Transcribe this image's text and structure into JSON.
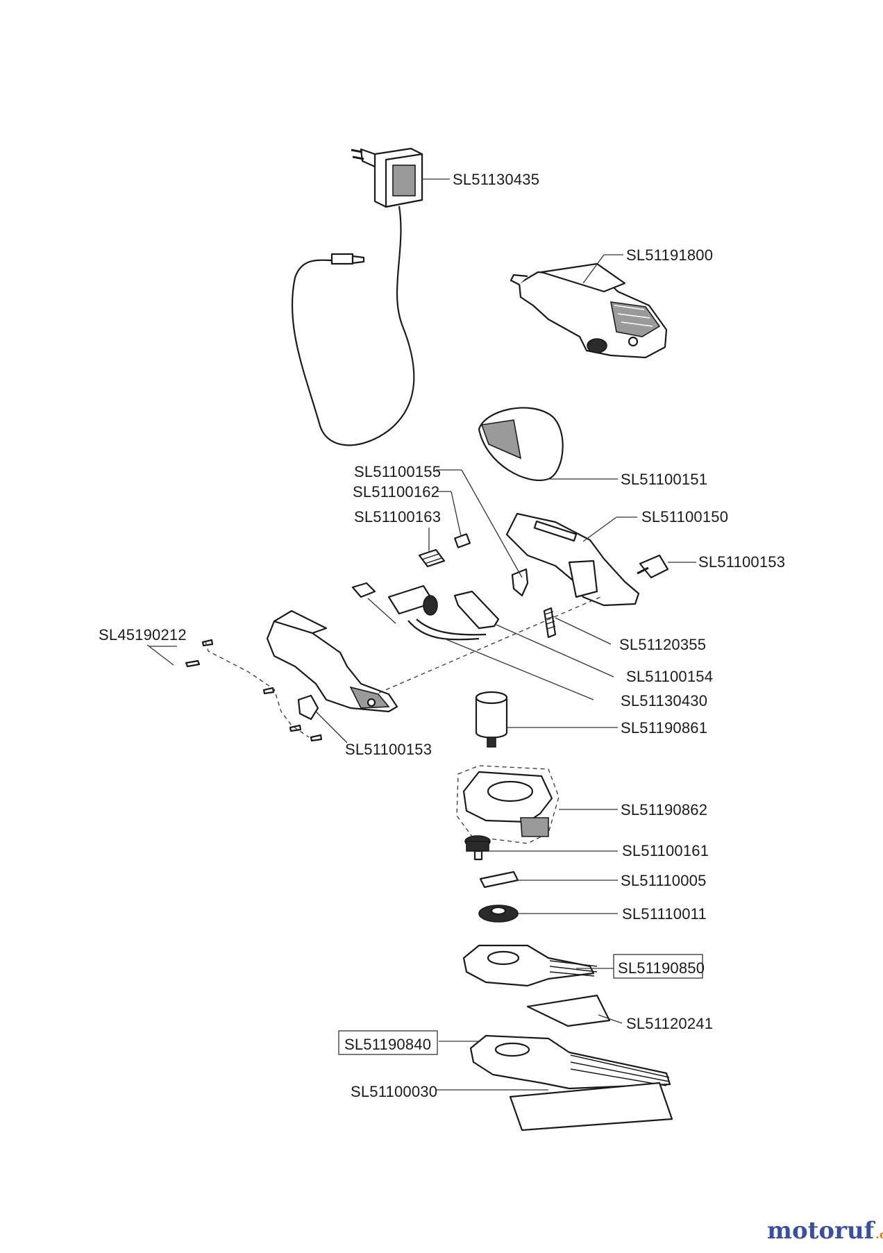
{
  "part_labels": [
    {
      "id": "charger",
      "text": "SL51130435"
    },
    {
      "id": "housing-top",
      "text": "SL51191800"
    },
    {
      "id": "cover",
      "text": "SL51100151"
    },
    {
      "id": "p155",
      "text": "SL51100155"
    },
    {
      "id": "p162",
      "text": "SL51100162"
    },
    {
      "id": "p163",
      "text": "SL51100163"
    },
    {
      "id": "p150",
      "text": "SL51100150"
    },
    {
      "id": "p153a",
      "text": "SL51100153"
    },
    {
      "id": "screws",
      "text": "SL45190212"
    },
    {
      "id": "spring",
      "text": "SL51120355"
    },
    {
      "id": "p154",
      "text": "SL51100154"
    },
    {
      "id": "battery",
      "text": "SL51130430"
    },
    {
      "id": "p153b",
      "text": "SL51100153"
    },
    {
      "id": "motor",
      "text": "SL51190861"
    },
    {
      "id": "gearbox",
      "text": "SL51190862"
    },
    {
      "id": "knob",
      "text": "SL51100161"
    },
    {
      "id": "plate",
      "text": "SL51110005"
    },
    {
      "id": "gear",
      "text": "SL51110011"
    },
    {
      "id": "blade-short",
      "text": "SL51190850"
    },
    {
      "id": "guard-short",
      "text": "SL51120241"
    },
    {
      "id": "blade-long",
      "text": "SL51190840"
    },
    {
      "id": "guard-long",
      "text": "SL51100030"
    }
  ],
  "watermark": {
    "main": "motoruf",
    "suffix": ".de"
  },
  "colors": {
    "ink": "#1a1a1a",
    "watermark_blue": "#3a4fa0",
    "watermark_orange": "#e07b1a"
  }
}
